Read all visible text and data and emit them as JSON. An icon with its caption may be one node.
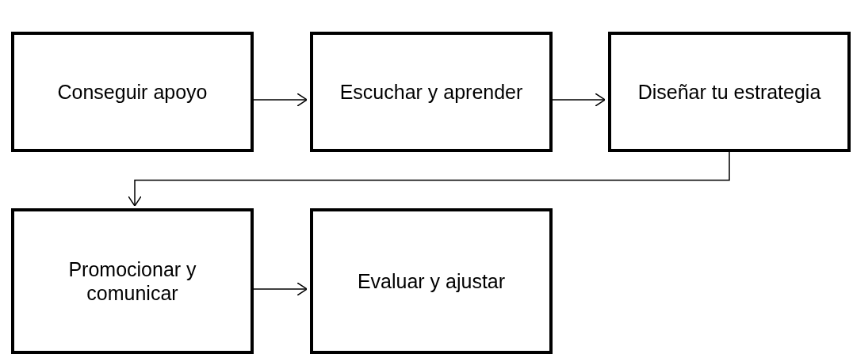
{
  "diagram": {
    "nodes": [
      {
        "text": [
          "Conseguir apoyo"
        ]
      },
      {
        "text": [
          "Escuchar y aprender"
        ]
      },
      {
        "text": [
          "Diseñar tu estrategia"
        ]
      },
      {
        "text": [
          "Promocionar y comunicar"
        ]
      },
      {
        "text": [
          "Evaluar y ajustar"
        ]
      }
    ],
    "edges": [
      {
        "from": 0,
        "to": 1,
        "arrow": "to"
      },
      {
        "from": 1,
        "to": 2,
        "arrow": "to"
      },
      {
        "from": 2,
        "to": 3,
        "arrow": "to"
      },
      {
        "from": 3,
        "to": 4,
        "arrow": "to"
      }
    ]
  }
}
